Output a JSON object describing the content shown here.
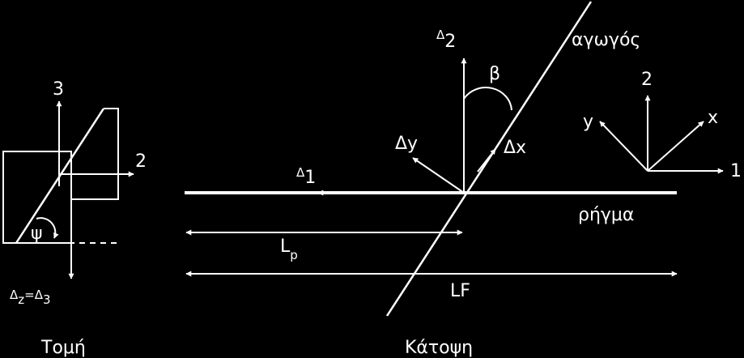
{
  "section": {
    "axis_3": "3",
    "axis_2": "2",
    "psi": "ψ",
    "dz_label": {
      "main": "Δ",
      "sub": "z",
      "eq": "=Δ",
      "sub2": "3"
    },
    "caption": "Τομή"
  },
  "plan": {
    "delta_2": {
      "main": "Δ",
      "sub": "2"
    },
    "beta": "β",
    "conductor": "αγωγός",
    "dy": "Δy",
    "dx": "Δx",
    "delta_1": {
      "main": "Δ",
      "sub": "1"
    },
    "fracture": "ρήγμα",
    "lp": {
      "main": "L",
      "sub": "p"
    },
    "lf": "LF",
    "axis_2": "2",
    "axis_y": "y",
    "axis_x": "x",
    "axis_1": "1",
    "caption": "Κάτοψη"
  }
}
